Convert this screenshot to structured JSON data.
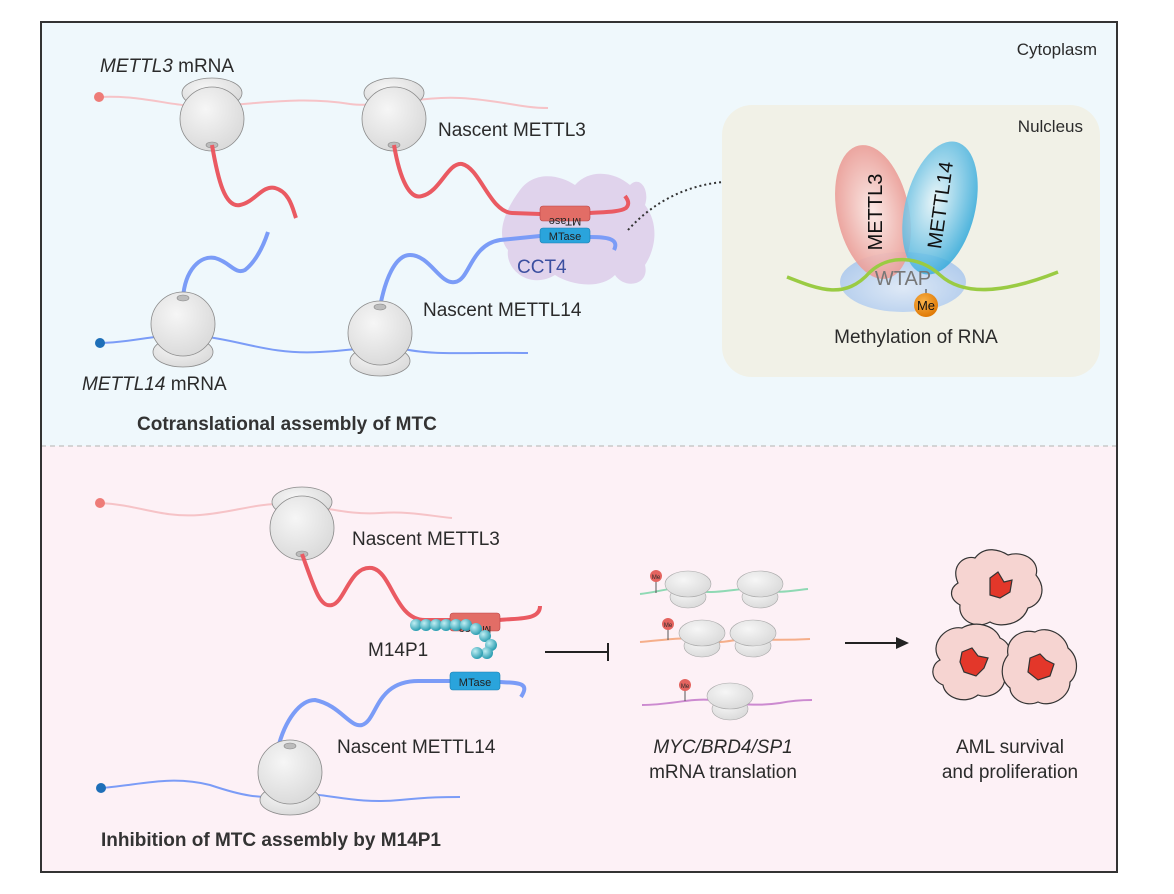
{
  "top_panel": {
    "region_label": "Cytoplasm",
    "mettl3_mrna_gene": "METTL3",
    "mettl3_mrna_suffix": " mRNA",
    "mettl14_mrna_gene": "METTL14",
    "mettl14_mrna_suffix": " mRNA",
    "nascent_mettl3": "Nascent METTL3",
    "nascent_mettl14": "Nascent METTL14",
    "mtase_domain": "MTase",
    "chaperone": "CCT4",
    "caption": "Cotranslational assembly of MTC",
    "nucleus": {
      "label": "Nulcleus",
      "protein_a": "METTL3",
      "protein_b": "METTL14",
      "adaptor": "WTAP",
      "methyl_mark": "Me",
      "caption": "Methylation of RNA"
    }
  },
  "bottom_panel": {
    "nascent_mettl3": "Nascent METTL3",
    "nascent_mettl14": "Nascent METTL14",
    "mtase_domain": "MTase",
    "inhibitor": "M14P1",
    "methyl_mark": "Me",
    "targets_genes": "MYC/BRD4/SP1",
    "targets_caption": "mRNA translation",
    "outcome_line1": "AML survival",
    "outcome_line2": "and proliferation",
    "caption": "Inhibition of MTC assembly by M14P1"
  },
  "colors": {
    "cytoplasm_bg": "#eff8fc",
    "bottom_bg": "#fdf1f6",
    "nucleus_bg": "#f1f1e7",
    "mettl3": "#ea5a62",
    "mettl14": "#7b9cf7",
    "mtase_blue": "#2aa4dc",
    "m14p1_bead": "#46b5c4",
    "me_orange": "#ef8c12",
    "cct4": "#e0d3ec"
  }
}
